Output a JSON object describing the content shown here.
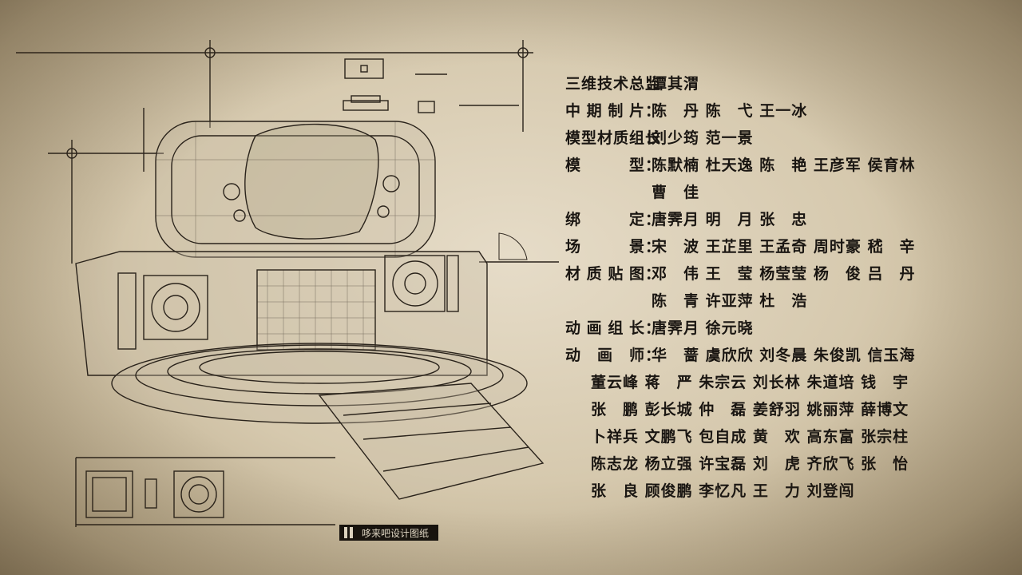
{
  "credits": [
    {
      "label": "三维技术总监",
      "names": "谭其渭"
    },
    {
      "label": "中期制片",
      "names": "陈　丹 陈　弋 王一冰"
    },
    {
      "label": "模型材质组长",
      "names": "刘少筠 范一景"
    },
    {
      "label": "模型",
      "names": "陈默楠 杜天逸 陈　艳 王彦军 侯育林"
    },
    {
      "cont": true,
      "names": "曹　佳"
    },
    {
      "label": "绑定",
      "names": "唐霁月 明　月 张　忠"
    },
    {
      "label": "场景",
      "names": "宋　波 王芷里 王孟奇 周时豪 嵇　辛"
    },
    {
      "label": "材质贴图",
      "names": "邓　伟 王　莹 杨莹莹 杨　俊 吕　丹"
    },
    {
      "cont": true,
      "names": "陈　青 许亚萍 杜　浩"
    },
    {
      "label": "动画组长",
      "names": "唐霁月 徐元晓"
    },
    {
      "label": "动画师",
      "names": "华　蔷 虞欣欣 刘冬晨 朱俊凯 信玉海"
    },
    {
      "animcont": true,
      "names": "董云峰 蒋　严 朱宗云 刘长林 朱道培 钱　宇"
    },
    {
      "animcont": true,
      "names": "张　鹏 彭长城 仲　磊 姜舒羽 姚丽萍 薛博文"
    },
    {
      "animcont": true,
      "names": "卜祥兵 文鹏飞 包自成 黄　欢 高东富 张宗柱"
    },
    {
      "animcont": true,
      "names": "陈志龙 杨立强 许宝磊 刘　虎 齐欣飞 张　怡"
    },
    {
      "animcont": true,
      "names": "张　良 顾俊鹏 李忆凡 王　力 刘登闯"
    }
  ],
  "colon": "：",
  "caption": "哆来吧设计图纸",
  "colors": {
    "ink": "#1a1612",
    "paper": "#e6dcc8",
    "line": "#2a231b"
  }
}
